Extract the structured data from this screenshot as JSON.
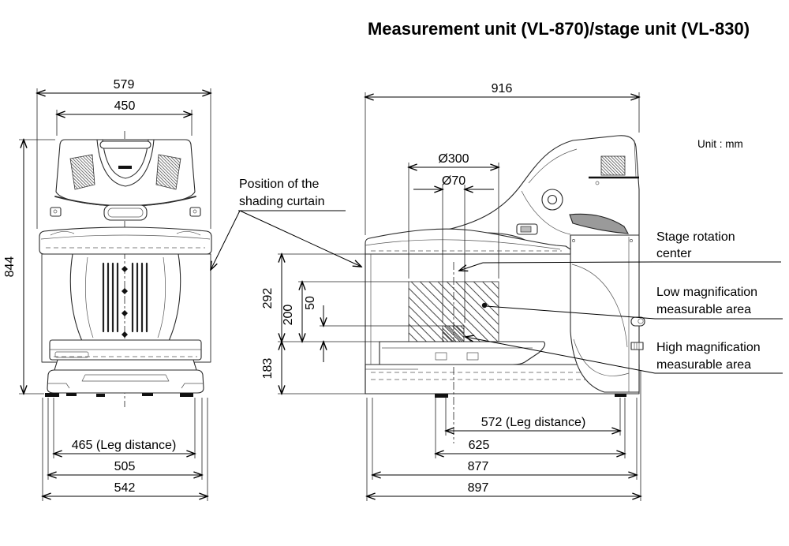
{
  "labels": {
    "title": "Measurement unit (VL-870)/stage unit (VL-830)",
    "unit": "Unit : mm",
    "curtain1": "Position of the",
    "curtain2": "shading curtain",
    "rotation1": "Stage rotation",
    "rotation2": "center",
    "lowmag1": "Low magnification",
    "lowmag2": "measurable area",
    "highmag1": "High magnification",
    "highmag2": "measurable area"
  },
  "dims": {
    "front": {
      "overall_width": "579",
      "head_width": "450",
      "overall_height": "844",
      "leg_distance": "465 (Leg distance)",
      "base_width": "505",
      "max_base_width": "542"
    },
    "side": {
      "overall_depth": "916",
      "stage_diameter": "Ø300",
      "high_mag_diameter": "Ø70",
      "curtain_height": "292",
      "measure_height": "200",
      "high_mag_height": "50",
      "stage_height": "183",
      "leg_distance": "572 (Leg distance)",
      "outer_leg_depth": "625",
      "base_depth": "877",
      "max_base_depth": "897"
    }
  }
}
